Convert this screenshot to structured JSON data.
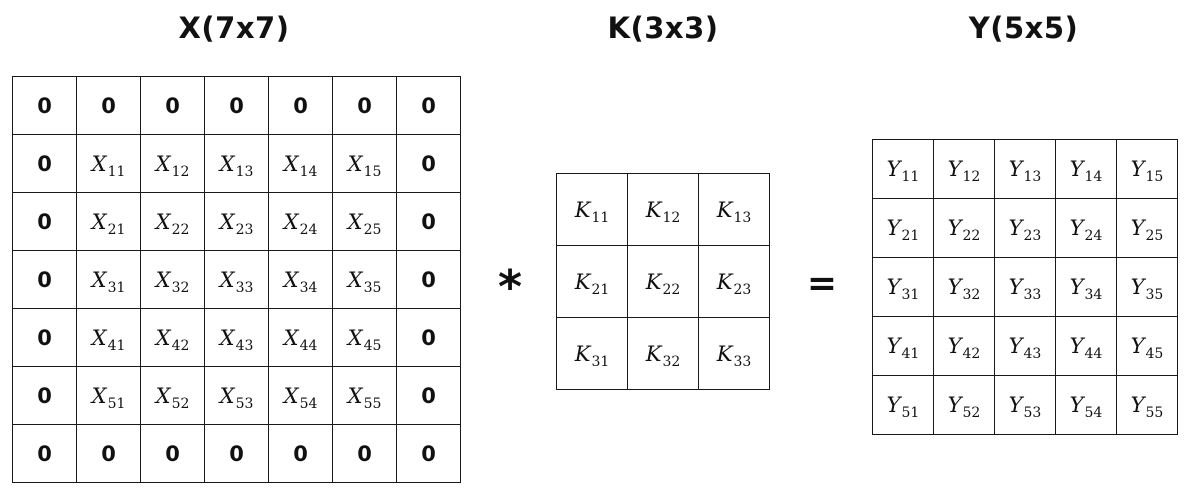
{
  "input_matrix": {
    "title": "X(7x7)",
    "symbol": "X",
    "rows": [
      [
        "0",
        "0",
        "0",
        "0",
        "0",
        "0",
        "0"
      ],
      [
        "0",
        "11",
        "12",
        "13",
        "14",
        "15",
        "0"
      ],
      [
        "0",
        "21",
        "22",
        "23",
        "24",
        "25",
        "0"
      ],
      [
        "0",
        "31",
        "32",
        "33",
        "34",
        "35",
        "0"
      ],
      [
        "0",
        "41",
        "42",
        "43",
        "44",
        "45",
        "0"
      ],
      [
        "0",
        "51",
        "52",
        "53",
        "54",
        "55",
        "0"
      ],
      [
        "0",
        "0",
        "0",
        "0",
        "0",
        "0",
        "0"
      ]
    ]
  },
  "kernel_matrix": {
    "title": "K(3x3)",
    "symbol": "K",
    "rows": [
      [
        "11",
        "12",
        "13"
      ],
      [
        "21",
        "22",
        "23"
      ],
      [
        "31",
        "32",
        "33"
      ]
    ]
  },
  "output_matrix": {
    "title": "Y(5x5)",
    "symbol": "Y",
    "rows": [
      [
        "11",
        "12",
        "13",
        "14",
        "15"
      ],
      [
        "21",
        "22",
        "23",
        "24",
        "25"
      ],
      [
        "31",
        "32",
        "33",
        "34",
        "35"
      ],
      [
        "41",
        "42",
        "43",
        "44",
        "45"
      ],
      [
        "51",
        "52",
        "53",
        "54",
        "55"
      ]
    ]
  },
  "operators": {
    "convolution": "*",
    "equals": "="
  }
}
